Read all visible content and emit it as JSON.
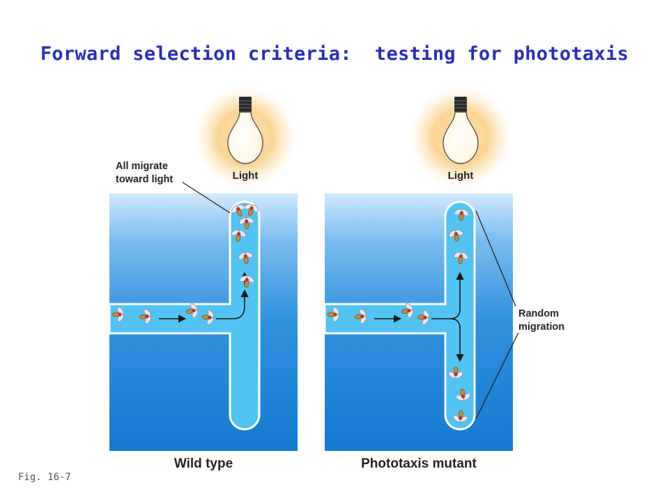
{
  "title": "Forward selection criteria:  testing for phototaxis",
  "figure_label": "Fig. 16-7",
  "panels": {
    "wild_type": {
      "caption": "Wild type",
      "light_label": "Light",
      "callout": [
        "All migrate",
        "toward light"
      ]
    },
    "mutant": {
      "caption": "Phototaxis mutant",
      "light_label": "Light",
      "callout": [
        "Random",
        "migration"
      ]
    }
  },
  "colors": {
    "title": "#2b2fb0",
    "water_top": "#cfe6fb",
    "water_bottom": "#1a7fd2",
    "tube": "#4fc1f3",
    "glow": "#f8c778"
  }
}
